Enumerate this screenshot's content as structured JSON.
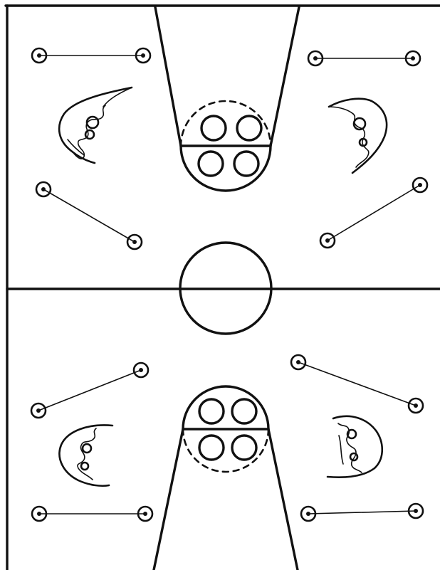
{
  "diagram": {
    "kind": "basketball-court-drill",
    "colors": {
      "ink": "#111111",
      "paper": "#ffffff"
    },
    "cone_pairs": [
      {
        "name": "cone-pair-top-left-upper"
      },
      {
        "name": "cone-pair-top-right-upper"
      },
      {
        "name": "cone-pair-top-left-lower"
      },
      {
        "name": "cone-pair-top-right-lower"
      },
      {
        "name": "cone-pair-bottom-left-upper"
      },
      {
        "name": "cone-pair-bottom-right-upper"
      },
      {
        "name": "cone-pair-bottom-left-lower"
      },
      {
        "name": "cone-pair-bottom-right-lower"
      }
    ],
    "players_per_key": 4,
    "player_groups": 4
  }
}
